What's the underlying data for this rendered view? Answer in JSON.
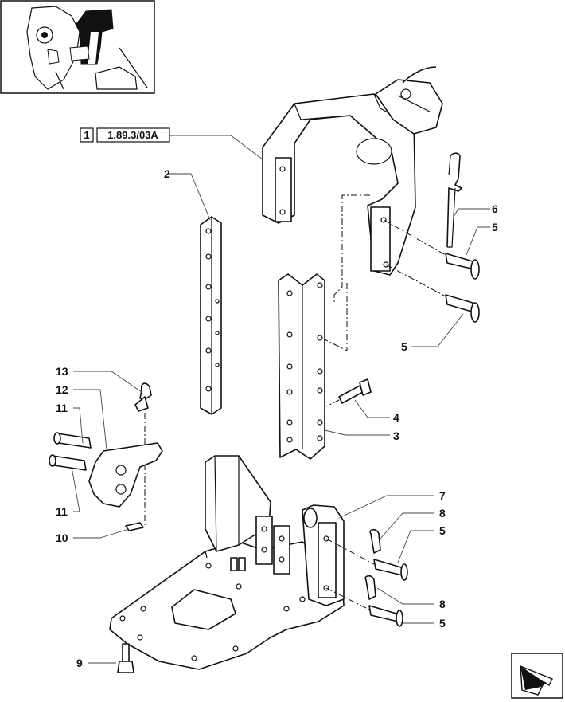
{
  "reference_box": {
    "index": "1",
    "code": "1.89.3/03A"
  },
  "callouts": [
    {
      "id": "c2",
      "label": "2"
    },
    {
      "id": "c6",
      "label": "6"
    },
    {
      "id": "c5a",
      "label": "5"
    },
    {
      "id": "c5b",
      "label": "5"
    },
    {
      "id": "c13",
      "label": "13"
    },
    {
      "id": "c12",
      "label": "12"
    },
    {
      "id": "c11a",
      "label": "11"
    },
    {
      "id": "c4",
      "label": "4"
    },
    {
      "id": "c3",
      "label": "3"
    },
    {
      "id": "c11b",
      "label": "11"
    },
    {
      "id": "c10",
      "label": "10"
    },
    {
      "id": "c7",
      "label": "7"
    },
    {
      "id": "c8a",
      "label": "8"
    },
    {
      "id": "c5c",
      "label": "5"
    },
    {
      "id": "c8b",
      "label": "8"
    },
    {
      "id": "c5d",
      "label": "5"
    },
    {
      "id": "c9",
      "label": "9"
    }
  ],
  "icons": {
    "thumbnail": "tractor-rear-thumbnail-icon",
    "navigation": "previous-page-arrow-icon"
  }
}
